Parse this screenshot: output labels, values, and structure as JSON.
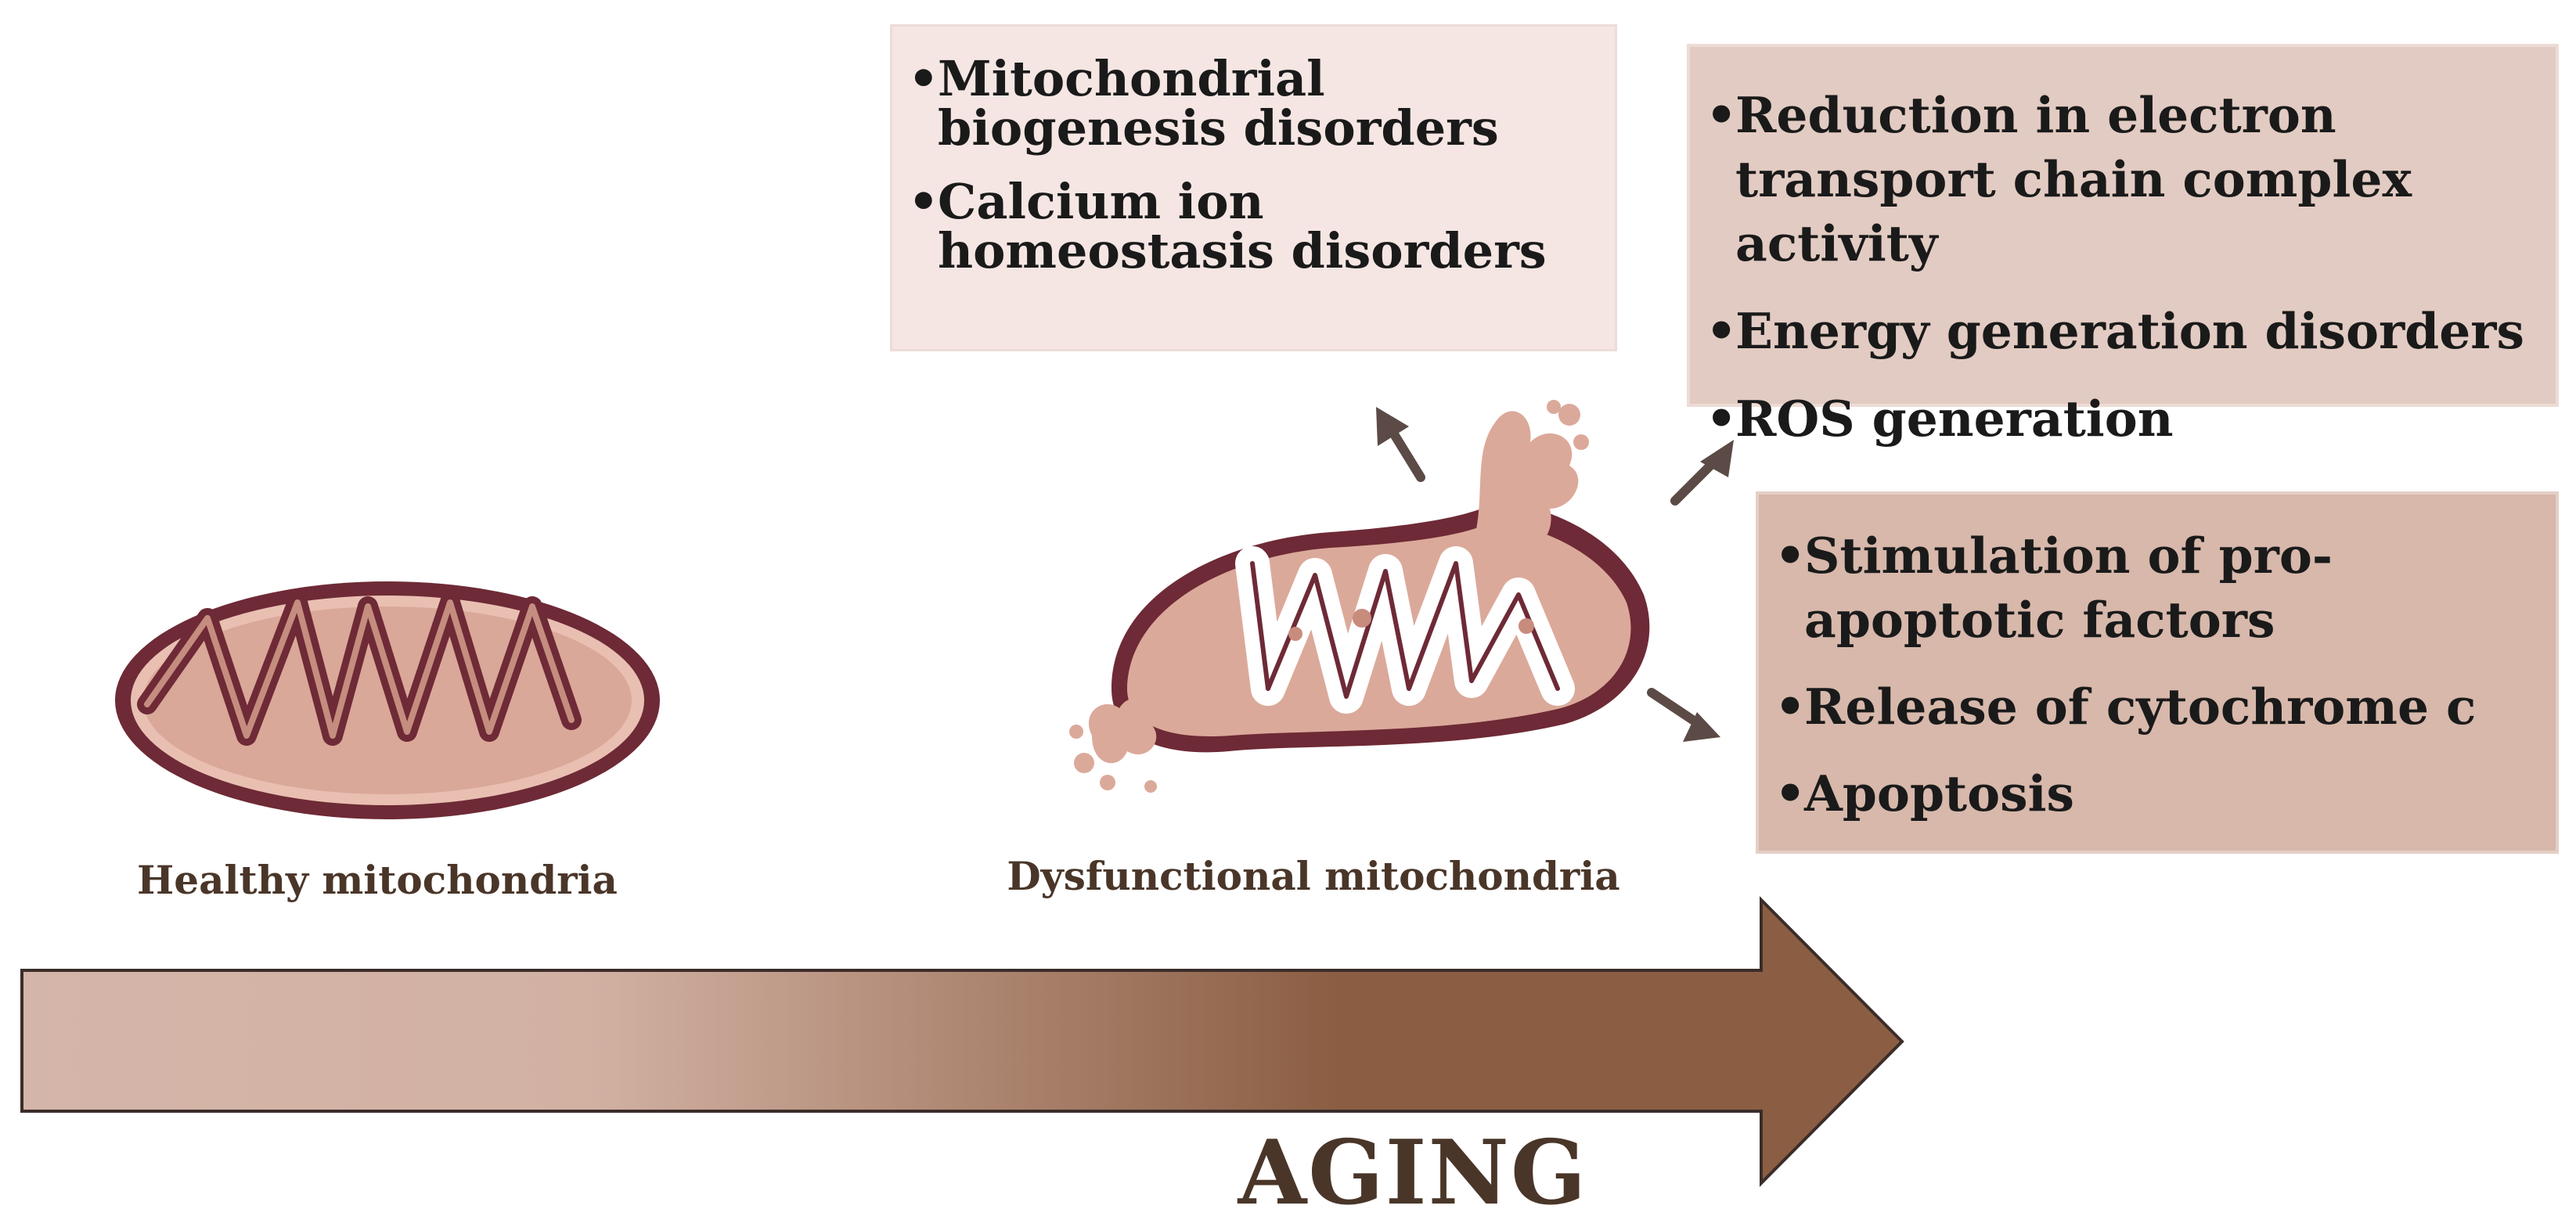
{
  "boxes": {
    "top": {
      "items": [
        "Mitochondrial biogenesis disorders",
        "Calcium ion homeostasis disorders"
      ],
      "fill": "#f5e6e3"
    },
    "right": {
      "items": [
        "Reduction in electron transport chain complex activity",
        "Energy generation disorders",
        "ROS generation"
      ],
      "fill": "#e2cbc2"
    },
    "bottom": {
      "items": [
        "Stimulation of pro-apoptotic factors",
        "Release of cytochrome c",
        "Apoptosis"
      ],
      "fill": "#d7b8ab"
    }
  },
  "captions": {
    "healthy": "Healthy mitochondria",
    "dysfunctional": "Dysfunctional mitochondria"
  },
  "arrow": {
    "label": "AGING",
    "color_start": "#d4b5a9",
    "color_end": "#8b5e43"
  },
  "colors": {
    "membrane": "#6e2a36",
    "matrix": "#d9a899",
    "pointer_arrow": "#5b4a45"
  }
}
